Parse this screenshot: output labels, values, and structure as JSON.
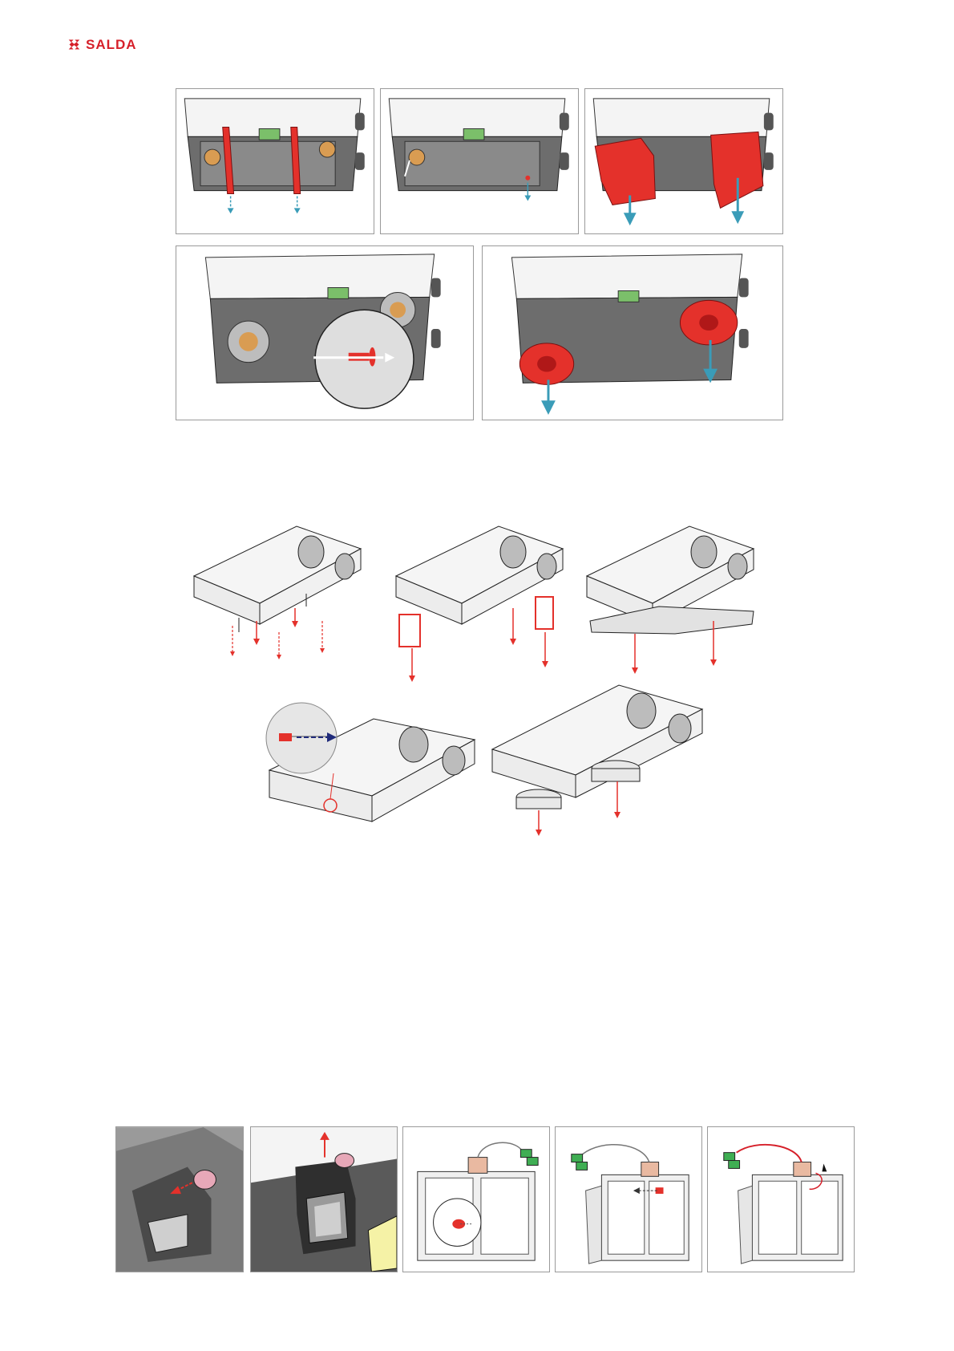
{
  "brand": {
    "name": "SALDA",
    "color": "#d6202a"
  },
  "colors": {
    "accent_red": "#e4312b",
    "arrow_blue": "#3a9cb8",
    "arrow_navy": "#1f2a7a",
    "panel_gray": "#6b6b6b",
    "casing_light": "#f3f3f3",
    "highlight_yellow": "#f5f2a6"
  },
  "figures": {
    "group_a": {
      "panel_count": 5,
      "icons": [
        "lock-rod-icon",
        "fan-motor-icon",
        "screw-icon"
      ]
    },
    "group_b": {
      "panel_count": 5,
      "icons": [
        "duct-collar-icon",
        "screw-icon",
        "fan-motor-icon"
      ]
    },
    "group_c": {
      "panel_count": 5,
      "icons": [
        "damper-actuator-icon",
        "connector-icon"
      ]
    }
  }
}
